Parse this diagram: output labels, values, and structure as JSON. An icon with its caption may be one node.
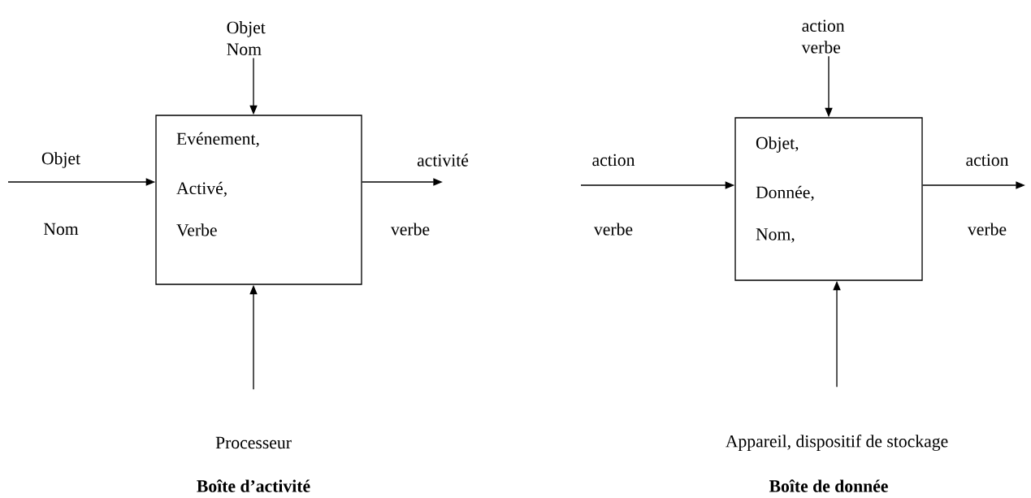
{
  "diagram": {
    "nodes": [
      {
        "text": [
          "Evénement,",
          "Activé,",
          "Verbe"
        ]
      },
      {
        "text": [
          "Objet Nom"
        ]
      },
      {
        "text": [
          "Processeur"
        ]
      },
      {
        "text": [
          "Objet,",
          "Donnée,",
          "Nom,"
        ]
      },
      {
        "text": [
          "action verbe"
        ]
      },
      {
        "text": [
          "Appareil, dispositif de stockage"
        ]
      }
    ],
    "edges": [
      {
        "from": 1,
        "to": 0,
        "arrow": "to"
      },
      {
        "from": null,
        "to": 0,
        "arrow": "to",
        "label": "Objet"
      },
      {
        "from": 0,
        "to": null,
        "arrow": "to",
        "label": "activité"
      },
      {
        "from": 2,
        "to": 0,
        "arrow": "to"
      },
      {
        "from": 4,
        "to": 3,
        "arrow": "to"
      },
      {
        "from": null,
        "to": 3,
        "arrow": "to",
        "label": "action"
      },
      {
        "from": 3,
        "to": null,
        "arrow": "to",
        "label": "action"
      },
      {
        "from": 5,
        "to": 3,
        "arrow": "to"
      }
    ],
    "labels": [
      "Nom",
      "verbe",
      "verbe",
      "verbe",
      "**Boîte d’activité**",
      "**Boîte de donnée**"
    ]
  }
}
